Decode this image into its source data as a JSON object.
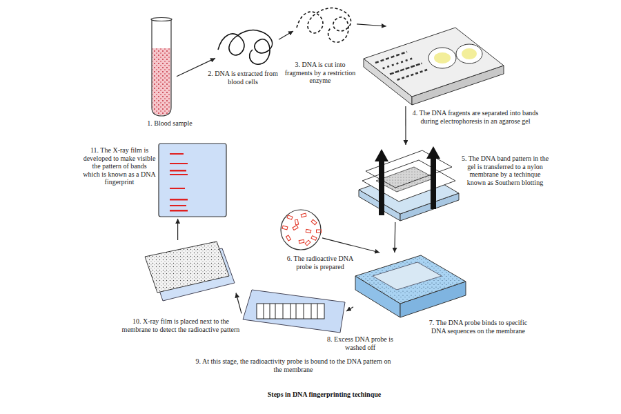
{
  "diagram": {
    "caption": "Steps in DNA fingerprinting techinque",
    "nodes": [
      {
        "text": [
          "1. Blood sample"
        ]
      },
      {
        "text": [
          "2. DNA is extracted from blood cells"
        ]
      },
      {
        "text": [
          "3. DNA is cut into fragments by a restriction enzyme"
        ]
      },
      {
        "text": [
          "4. The DNA fragents are separated into bands during electrophoresis in an agarose gel"
        ]
      },
      {
        "text": [
          "5. The DNA band pattern in the gel is transferred to a nylon membrane by a techinque known as Southern blotting"
        ]
      },
      {
        "text": [
          "6. The radioactive DNA probe is prepared"
        ]
      },
      {
        "text": [
          "7. The DNA probe binds to specific DNA sequences on the membrane"
        ]
      },
      {
        "text": [
          "8. Excess DNA probe is washed off",
          "9. At this stage, the radioactivity probe is bound to the DNA pattern on the membrane"
        ]
      },
      {
        "text": [
          "10. X-ray film is placed next to the membrane to detect the radioactive pattern"
        ]
      },
      {
        "text": [
          "11. The X-ray film is developed to make visible the pattern of bands which is known as a DNA fingerprint"
        ]
      }
    ],
    "edges": [
      {
        "from": 0,
        "to": 1,
        "arrow": "to"
      },
      {
        "from": 1,
        "to": 2,
        "arrow": "to"
      },
      {
        "from": 2,
        "to": 3,
        "arrow": "to"
      },
      {
        "from": 3,
        "to": 4,
        "arrow": "to"
      },
      {
        "from": 4,
        "to": 6,
        "arrow": "to"
      },
      {
        "from": 5,
        "to": 6,
        "arrow": "to"
      },
      {
        "from": 6,
        "to": 7,
        "arrow": "to"
      },
      {
        "from": 7,
        "to": 8,
        "arrow": "to"
      },
      {
        "from": 8,
        "to": 9,
        "arrow": "to"
      }
    ]
  }
}
